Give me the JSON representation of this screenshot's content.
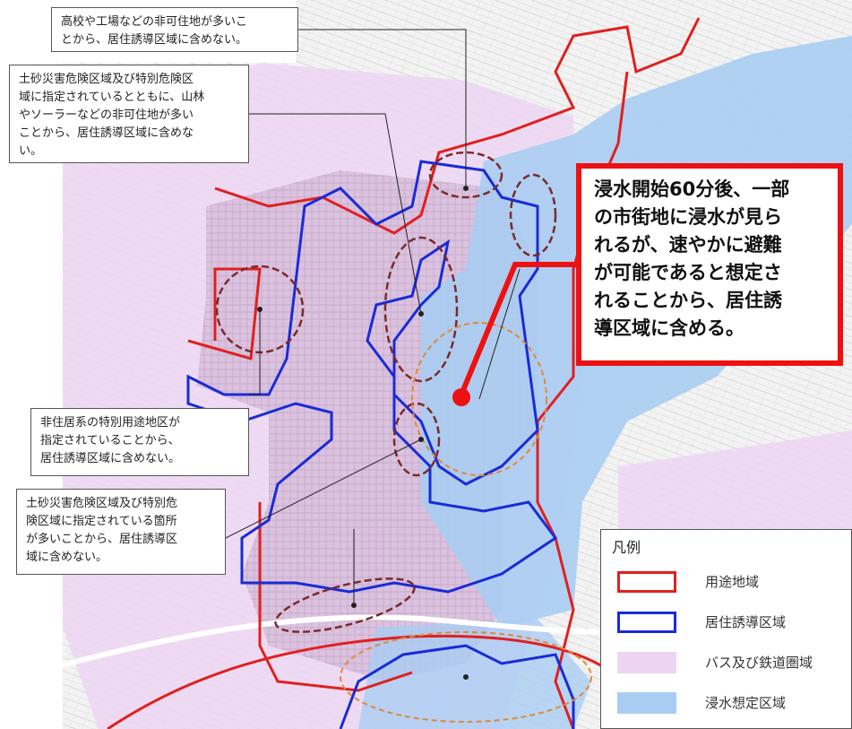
{
  "notes": [
    {
      "id": "note-1",
      "lines": [
        "高校や工場などの非可住地が多いこ",
        "とから、居住誘導区域に含めない。"
      ]
    },
    {
      "id": "note-2",
      "lines": [
        "土砂災害危険区域及び特別危険区",
        "域に指定されているとともに、山林",
        "やソーラーなどの非可住地が多い",
        "ことから、居住誘導区域に含めな",
        "い。"
      ]
    },
    {
      "id": "note-3",
      "lines": [
        "非住居系の特別用途地区が",
        "指定されていることから、",
        "居住誘導区域に含めない。"
      ]
    },
    {
      "id": "note-4",
      "lines": [
        "土砂災害危険区域及び特別危",
        "険区域に指定されている箇所",
        "が多いことから、居住誘導区",
        "域に含めない。"
      ]
    }
  ],
  "callout": {
    "lines": [
      "浸水開始60分後、一部",
      "の市街地に浸水が見ら",
      "れるが、速やかに避難",
      "が可能であると想定さ",
      "れることから、居住誘",
      "導区域に含める。"
    ]
  },
  "legend": {
    "title": "凡例",
    "items": [
      {
        "label": "用途地域",
        "kind": "outline",
        "color": "#e02020"
      },
      {
        "label": "居住誘導区域",
        "kind": "outline",
        "color": "#1a2bd6"
      },
      {
        "label": "バス及び鉄道圏域",
        "kind": "fill",
        "color": "#ecd4f2"
      },
      {
        "label": "浸水想定区域",
        "kind": "fill",
        "color": "#a9cdf2"
      }
    ]
  },
  "colors": {
    "zoning_outline": "#e02020",
    "residential_induction_outline": "#1a2bd6",
    "transit_area": "#ecd4f2",
    "flood_area": "#a9cdf2",
    "exclusion_circle": "#7a2a2a",
    "flood_circle": "#e0893a",
    "callout_border": "#ee1111"
  }
}
